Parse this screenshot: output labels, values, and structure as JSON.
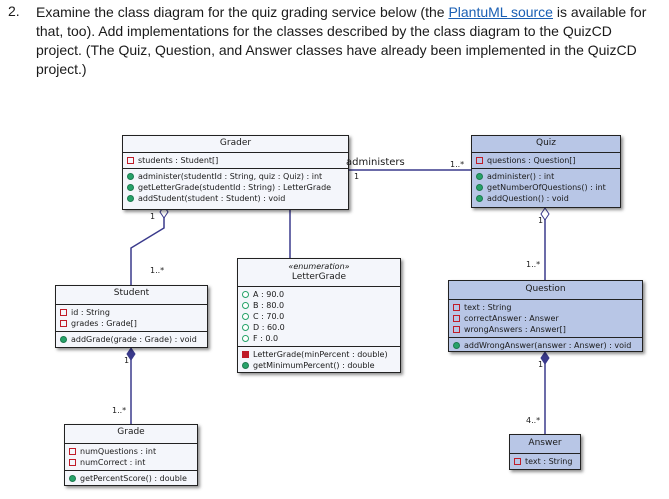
{
  "question": {
    "number": "2.",
    "text_before": "Examine the class diagram for the quiz grading service below (the ",
    "link_text": "PlantuML source",
    "text_after": " is available for that, too). Add implementations for the classes described by the class diagram to the QuizCD project. (The Quiz, Question, and Answer classes have already been implemented in the QuizCD project.)"
  },
  "diagram": {
    "grader": {
      "name": "Grader",
      "fields": [
        "students : Student[]"
      ],
      "methods": [
        "administer(studentId : String, quiz : Quiz) : int",
        "getLetterGrade(studentId : String) : LetterGrade",
        "addStudent(student : Student) : void"
      ]
    },
    "quiz": {
      "name": "Quiz",
      "fields": [
        "questions : Question[]"
      ],
      "methods": [
        "administer() : int",
        "getNumberOfQuestions() : int",
        "addQuestion() : void"
      ]
    },
    "letter_grade": {
      "stereotype": "«enumeration»",
      "name": "LetterGrade",
      "values": [
        "A : 90.0",
        "B : 80.0",
        "C : 70.0",
        "D : 60.0",
        "F : 0.0"
      ],
      "private_methods": [
        "LetterGrade(minPercent : double)"
      ],
      "methods": [
        "getMinimumPercent() : double"
      ]
    },
    "student": {
      "name": "Student",
      "fields": [
        "id : String",
        "grades : Grade[]"
      ],
      "methods": [
        "addGrade(grade : Grade) : void"
      ]
    },
    "question": {
      "name": "Question",
      "fields": [
        "text : String",
        "correctAnswer : Answer",
        "wrongAnswers : Answer[]"
      ],
      "methods": [
        "addWrongAnswer(answer : Answer) : void"
      ]
    },
    "grade": {
      "name": "Grade",
      "fields": [
        "numQuestions : int",
        "numCorrect : int"
      ],
      "methods": [
        "getPercentScore() : double"
      ]
    },
    "answer": {
      "name": "Answer",
      "fields": [
        "text : String"
      ]
    },
    "labels": {
      "administers": "administers",
      "grader_quiz_mult": "1",
      "quiz_mult": "1..*",
      "grader_one": "1",
      "student_many": "1..*",
      "quiz_one": "1",
      "question_many": "1..*",
      "student_one": "1",
      "grade_many": "1..*",
      "question_one": "1",
      "answer_many": "4..*"
    },
    "colors": {
      "blue_class": "#b8c6e6",
      "light_class": "#f4f6fb",
      "association": "#3a3a8c",
      "private": "#c01c28",
      "public": "#26a269"
    }
  }
}
